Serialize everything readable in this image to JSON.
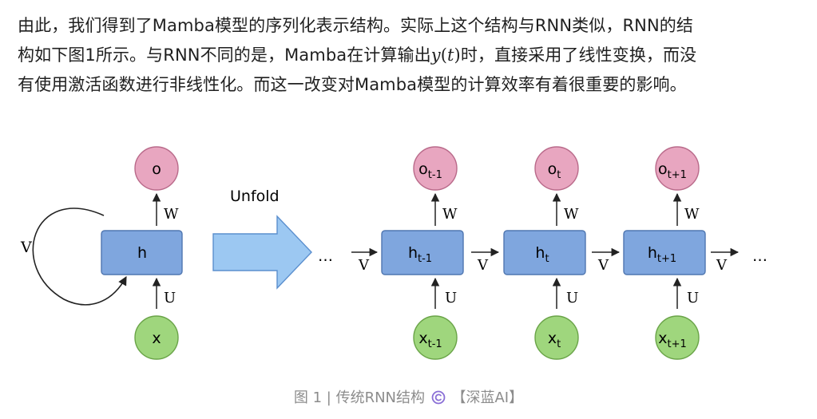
{
  "paragraph": {
    "line1": "由此，我们得到了Mamba模型的序列化表示结构。实际上这个结构与RNN类似，RNN的结",
    "line2_before": "构如下图1所示。与RNN不同的是，Mamba在计算输出",
    "math_var": "y",
    "math_open": "(",
    "math_arg": "t",
    "math_close": ")",
    "line2_after": "时，直接采用了线性变换，而没",
    "line3": "有使用激活函数进行非线性化。而这一改变对Mamba模型的计算效率有着很重要的影响。"
  },
  "diagram": {
    "colors": {
      "output": "#e8a6c0",
      "output_stroke": "#b96a8a",
      "hidden": "#7fa6de",
      "hidden_stroke": "#4f76b0",
      "input": "#9fd67d",
      "input_stroke": "#6aa448",
      "arrow": "#9cc8f2",
      "arrow_stroke": "#5b8fce"
    },
    "folded": {
      "output": "o",
      "hidden": "h",
      "input": "x",
      "w": "W",
      "u": "U",
      "v": "V"
    },
    "unfold_label": "Unfold",
    "unfolded": {
      "ellipsis_left": "…",
      "ellipsis_right": "…",
      "v": "V",
      "steps": [
        {
          "o_base": "o",
          "o_sub": "t-1",
          "h_base": "h",
          "h_sub": "t-1",
          "x_base": "x",
          "x_sub": "t-1",
          "w": "W",
          "u": "U"
        },
        {
          "o_base": "o",
          "o_sub": "t",
          "h_base": "h",
          "h_sub": "t",
          "x_base": "x",
          "x_sub": "t",
          "w": "W",
          "u": "U"
        },
        {
          "o_base": "o",
          "o_sub": "t+1",
          "h_base": "h",
          "h_sub": "t+1",
          "x_base": "x",
          "x_sub": "t+1",
          "w": "W",
          "u": "U"
        }
      ]
    }
  },
  "caption": {
    "text": "图 1 | 传统RNN结构",
    "icon": "copyright-icon",
    "brand": "【深蓝AI】"
  }
}
